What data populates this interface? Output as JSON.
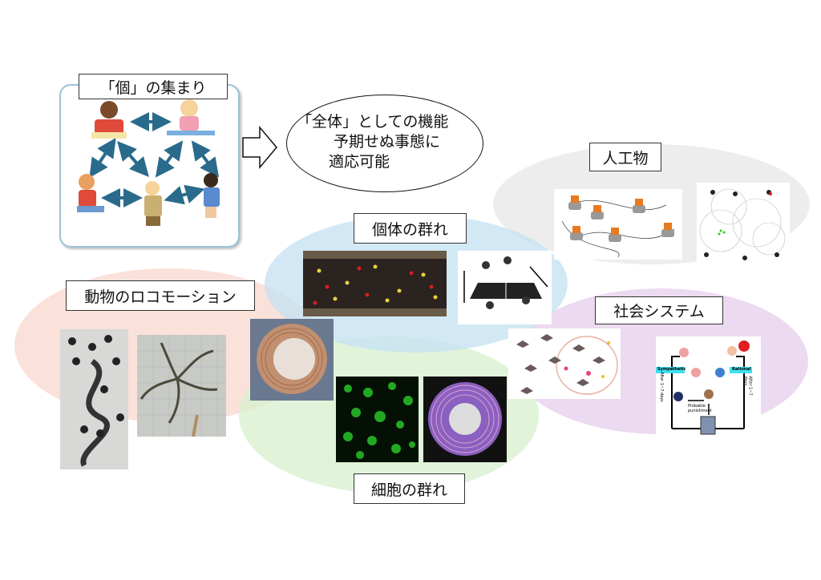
{
  "title_group": {
    "label": "「個」の集まり"
  },
  "function_ellipse": {
    "lines": [
      "「全体」としての機能",
      "予期せぬ事態に",
      "適応可能"
    ]
  },
  "regions": {
    "artifacts": {
      "label": "人工物"
    },
    "individual_swarm": {
      "label": "個体の群れ"
    },
    "social_system": {
      "label": "社会システム"
    },
    "animal_locomotion": {
      "label": "動物のロコモーション"
    },
    "cell_swarm": {
      "label": "細胞の群れ"
    }
  },
  "social_diagram": {
    "sympathetic": "Sympathetic",
    "rational": "Rational",
    "punishment": "Probable punishment",
    "after_left": "After 1~7 days",
    "after_right": "After 1~7 days"
  },
  "colors": {
    "artifacts": "#ececec",
    "individual_swarm": "#cfe6f3",
    "social_system": "#ecd9ef",
    "animal_locomotion": "#f9ddd5",
    "cell_swarm": "#dcf0d6",
    "arrow_blue": "#2a6b8c"
  }
}
